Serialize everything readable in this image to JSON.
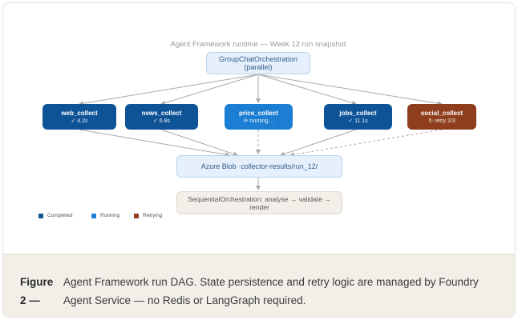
{
  "diagram": {
    "title": "Agent Framework runtime — Week 12 run snapshot",
    "orchestrator": "GroupChatOrchestration (parallel)",
    "agents": [
      {
        "name": "web_collect",
        "status": "✓ 4.2s",
        "state": "completed"
      },
      {
        "name": "news_collect",
        "status": "✓ 6.8s",
        "state": "completed"
      },
      {
        "name": "price_collect",
        "status": "⟳ running…",
        "state": "running"
      },
      {
        "name": "jobs_collect",
        "status": "✓ 11.1s",
        "state": "completed"
      },
      {
        "name": "social_collect",
        "status": "↻ retry 2/3",
        "state": "retrying"
      }
    ],
    "blob": "Azure Blob ·collector-results/run_12/",
    "sequential": "SequentialOrchestration: analyse → validate → render",
    "legend": [
      {
        "label": "Completed",
        "color": "#0f5397"
      },
      {
        "label": "Running",
        "color": "#1b7ed2"
      },
      {
        "label": "Retrying",
        "color": "#8e3e1c"
      }
    ],
    "colors": {
      "completed": "#0f5397",
      "running": "#1b7ed2",
      "retrying": "#8e3e1c",
      "edge": "#a9a9a9"
    }
  },
  "caption": {
    "label": "Figure 2 —",
    "text": "Agent Framework run DAG. State persistence and retry logic are managed by Foundry Agent Service — no Redis or LangGraph required."
  }
}
